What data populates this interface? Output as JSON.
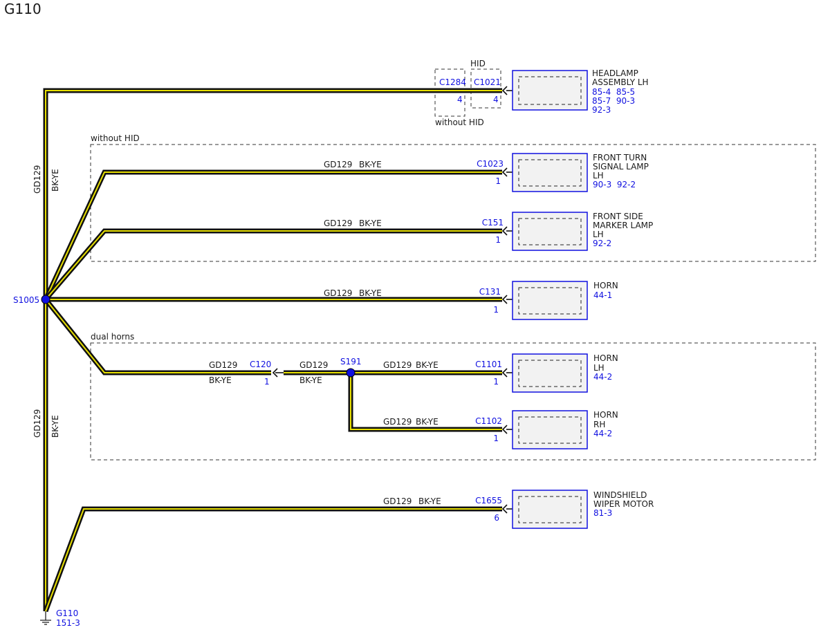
{
  "title": "G110",
  "wire_code": "GD129",
  "wire_color": "BK-YE",
  "splices": {
    "s1005": "S1005",
    "s191": "S191"
  },
  "ground": {
    "id": "G110",
    "ref": "151-3"
  },
  "groups": {
    "without_hid_left": "without HID",
    "without_hid_conn": "without HID",
    "hid": "HID",
    "dual_horns": "dual horns"
  },
  "inline": {
    "c1284": {
      "id": "C1284",
      "pin": "4"
    },
    "c1021": {
      "id": "C1021",
      "pin": "4"
    },
    "c120": {
      "id": "C120",
      "pin": "1"
    }
  },
  "components": {
    "headlamp": {
      "name": [
        "HEADLAMP",
        "ASSEMBLY LH"
      ],
      "refs": [
        "85-4  85-5",
        "85-7  90-3",
        "92-3"
      ]
    },
    "front_turn": {
      "connector": "C1023",
      "pin": "1",
      "name": [
        "FRONT TURN",
        "SIGNAL LAMP",
        "LH"
      ],
      "refs": [
        "90-3  92-2"
      ]
    },
    "front_side": {
      "connector": "C151",
      "pin": "1",
      "name": [
        "FRONT SIDE",
        "MARKER LAMP",
        "LH"
      ],
      "refs": [
        "92-2"
      ]
    },
    "horn": {
      "connector": "C131",
      "pin": "1",
      "name": [
        "HORN"
      ],
      "refs": [
        "44-1"
      ]
    },
    "horn_lh": {
      "connector": "C1101",
      "pin": "1",
      "name": [
        "HORN",
        "LH"
      ],
      "refs": [
        "44-2"
      ]
    },
    "horn_rh": {
      "connector": "C1102",
      "pin": "1",
      "name": [
        "HORN",
        "RH"
      ],
      "refs": [
        "44-2"
      ]
    },
    "wiper": {
      "connector": "C1655",
      "pin": "6",
      "name": [
        "WINDSHIELD",
        "WIPER MOTOR"
      ],
      "refs": [
        "81-3"
      ]
    }
  }
}
